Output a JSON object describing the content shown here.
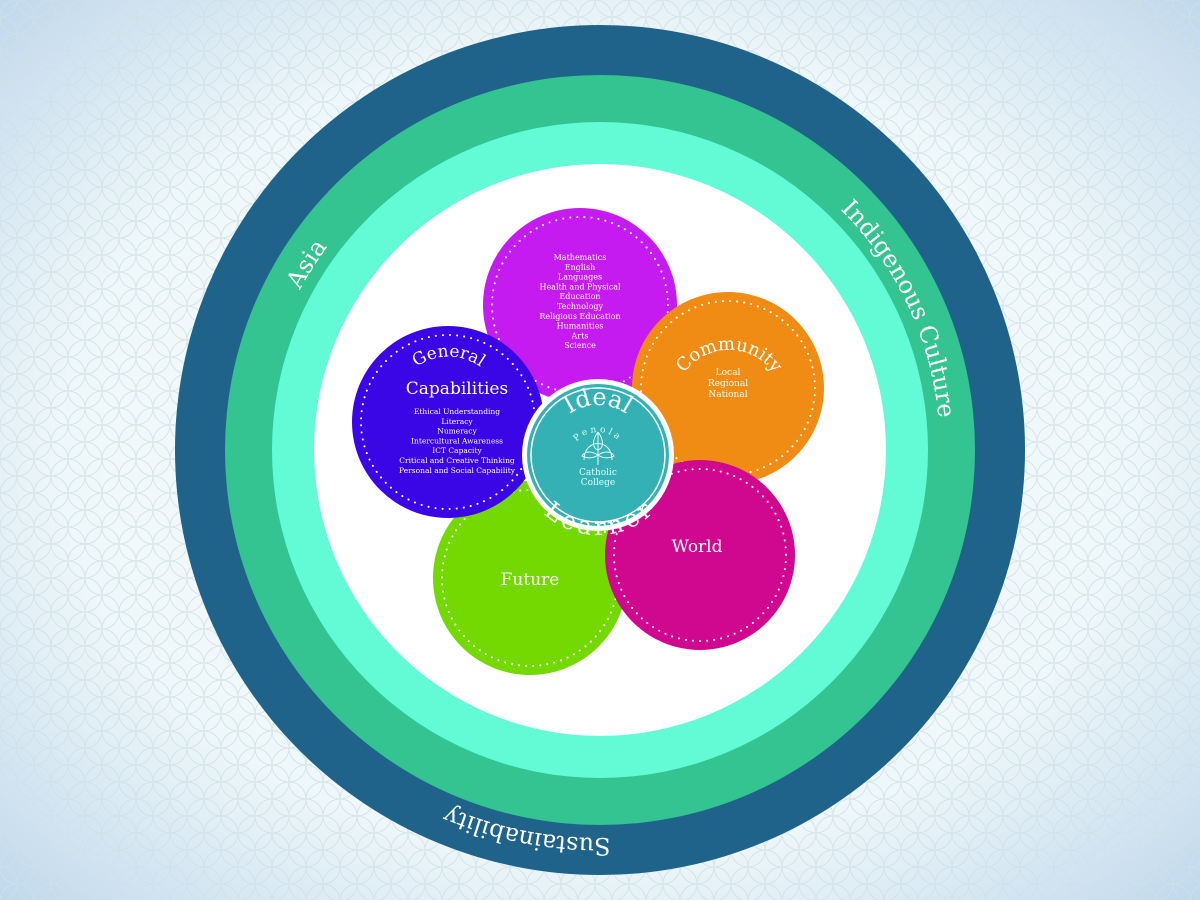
{
  "rings": {
    "outer": "Sustainability",
    "middle_left": "Asia",
    "middle_right": "Indigenous Culture"
  },
  "petals": {
    "subjects": {
      "items": [
        "Mathematics",
        "English",
        "Languages",
        "Health and Physical",
        "Education",
        "Technology",
        "Religious Education",
        "Humanities",
        "Arts",
        "Science"
      ]
    },
    "community": {
      "title": "Community",
      "items": [
        "Local",
        "Regional",
        "National"
      ]
    },
    "general_capabilities": {
      "title_line1": "General",
      "title_line2": "Capabilities",
      "items": [
        "Ethical Understanding",
        "Literacy",
        "Numeracy",
        "Intercultural Awareness",
        "ICT Capacity",
        "Critical and Creative Thinking",
        "Personal and Social Capability"
      ]
    },
    "future": {
      "title": "Future"
    },
    "world": {
      "title": "World"
    }
  },
  "center": {
    "top": "Ideal",
    "bottom": "Learner",
    "logo_text": "Penola",
    "college_line1": "Catholic",
    "college_line2": "College"
  },
  "colors": {
    "outer_ring": "#1f638a",
    "middle_ring": "#33c492",
    "inner_ring": "#62fbd6",
    "subjects": "#c51af0",
    "community": "#f08c14",
    "general_capabilities": "#3a06e6",
    "future": "#73d900",
    "world": "#d0078f",
    "center": "#33b1b4"
  }
}
